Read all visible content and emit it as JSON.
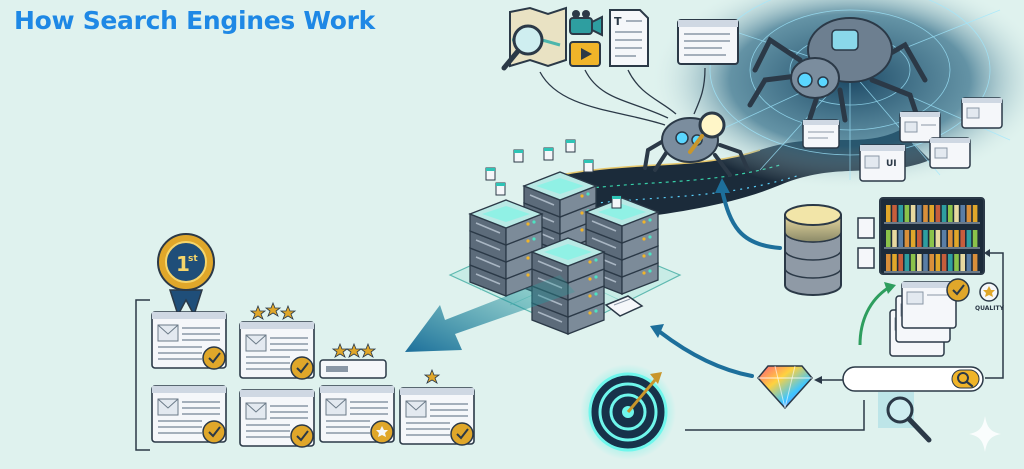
{
  "title": "How Search Engines Work",
  "labels": {
    "ui_tag": "UI",
    "quality": "QUALITY",
    "rank_first_base": "1",
    "rank_first_suffix": "st",
    "media_text_icon": "T"
  },
  "colors": {
    "background": "#dff2ee",
    "title": "#1e88e5",
    "gold": "#e0a72a",
    "ribbon": "#1f4e79",
    "server": "#5c6b7a",
    "accent_teal": "#36c3c9"
  }
}
